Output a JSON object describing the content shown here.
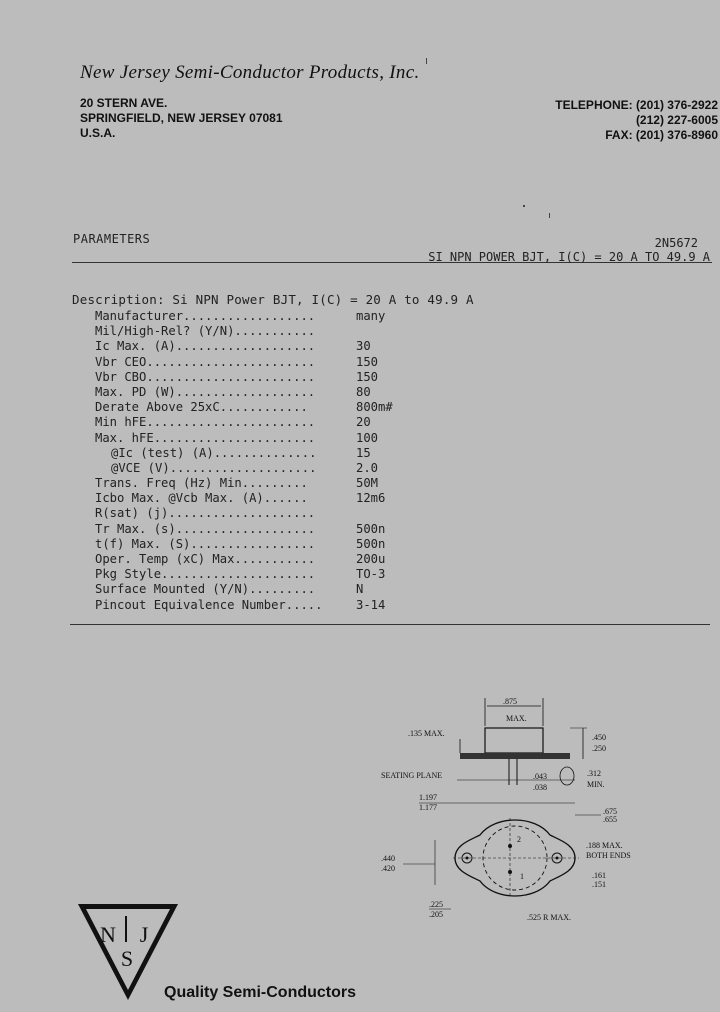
{
  "header": {
    "company": "New Jersey Semi-Conductor Products, Inc.",
    "address": [
      "20 STERN AVE.",
      "SPRINGFIELD, NEW JERSEY 07081",
      "U.S.A."
    ],
    "contact": [
      "TELEPHONE: (201) 376-2922",
      "(212) 227-6005",
      "FAX: (201) 376-8960"
    ]
  },
  "section": {
    "title": "PARAMETERS",
    "part_number": "2N5672",
    "subtitle": "SI NPN POWER BJT, I(C) = 20 A TO 49.9 A"
  },
  "description": "Description: Si NPN Power BJT, I(C) = 20 A to 49.9 A",
  "parameters": [
    {
      "label": "Manufacturer..................",
      "value": "many"
    },
    {
      "label": "Mil/High-Rel? (Y/N)...........",
      "value": ""
    },
    {
      "label": "Ic Max. (A)...................",
      "value": "30"
    },
    {
      "label": "Vbr CEO.......................",
      "value": "150"
    },
    {
      "label": "Vbr CBO.......................",
      "value": "150"
    },
    {
      "label": "Max. PD (W)...................",
      "value": "80"
    },
    {
      "label": "Derate Above 25xC............",
      "value": "800m#"
    },
    {
      "label": "Min hFE.......................",
      "value": "20"
    },
    {
      "label": "Max. hFE......................",
      "value": "100"
    },
    {
      "label": "@Ic (test) (A)..............",
      "value": "15",
      "indent": true
    },
    {
      "label": "@VCE (V)....................",
      "value": "2.0",
      "indent": true
    },
    {
      "label": "Trans. Freq (Hz) Min.........",
      "value": "50M"
    },
    {
      "label": "Icbo Max. @Vcb Max. (A)......",
      "value": "12m6"
    },
    {
      "label": "R(sat) (j)....................",
      "value": ""
    },
    {
      "label": "Tr Max. (s)...................",
      "value": "500n"
    },
    {
      "label": "t(f) Max. (S).................",
      "value": "500n"
    },
    {
      "label": "Oper. Temp (xC) Max...........",
      "value": "200u"
    },
    {
      "label": "Pkg Style.....................",
      "value": "TO-3"
    },
    {
      "label": "Surface Mounted (Y/N).........",
      "value": "N"
    },
    {
      "label": "Pincout Equivalence Number.....",
      "value": "3-14"
    }
  ],
  "drawing": {
    "dims": [
      ".875",
      "MAX.",
      ".135 MAX.",
      ".450",
      ".250",
      "SEATING PLANE",
      ".312",
      "MIN.",
      ".043",
      ".038",
      "1.197",
      "1.177",
      ".675",
      ".655",
      ".188 MAX.",
      "BOTH ENDS",
      ".440",
      ".420",
      ".161",
      ".151",
      ".225",
      ".205",
      ".525 R MAX.",
      "2",
      "1"
    ]
  },
  "logo": {
    "letters": [
      "N",
      "J",
      "S"
    ]
  },
  "tagline": "Quality Semi-Conductors"
}
